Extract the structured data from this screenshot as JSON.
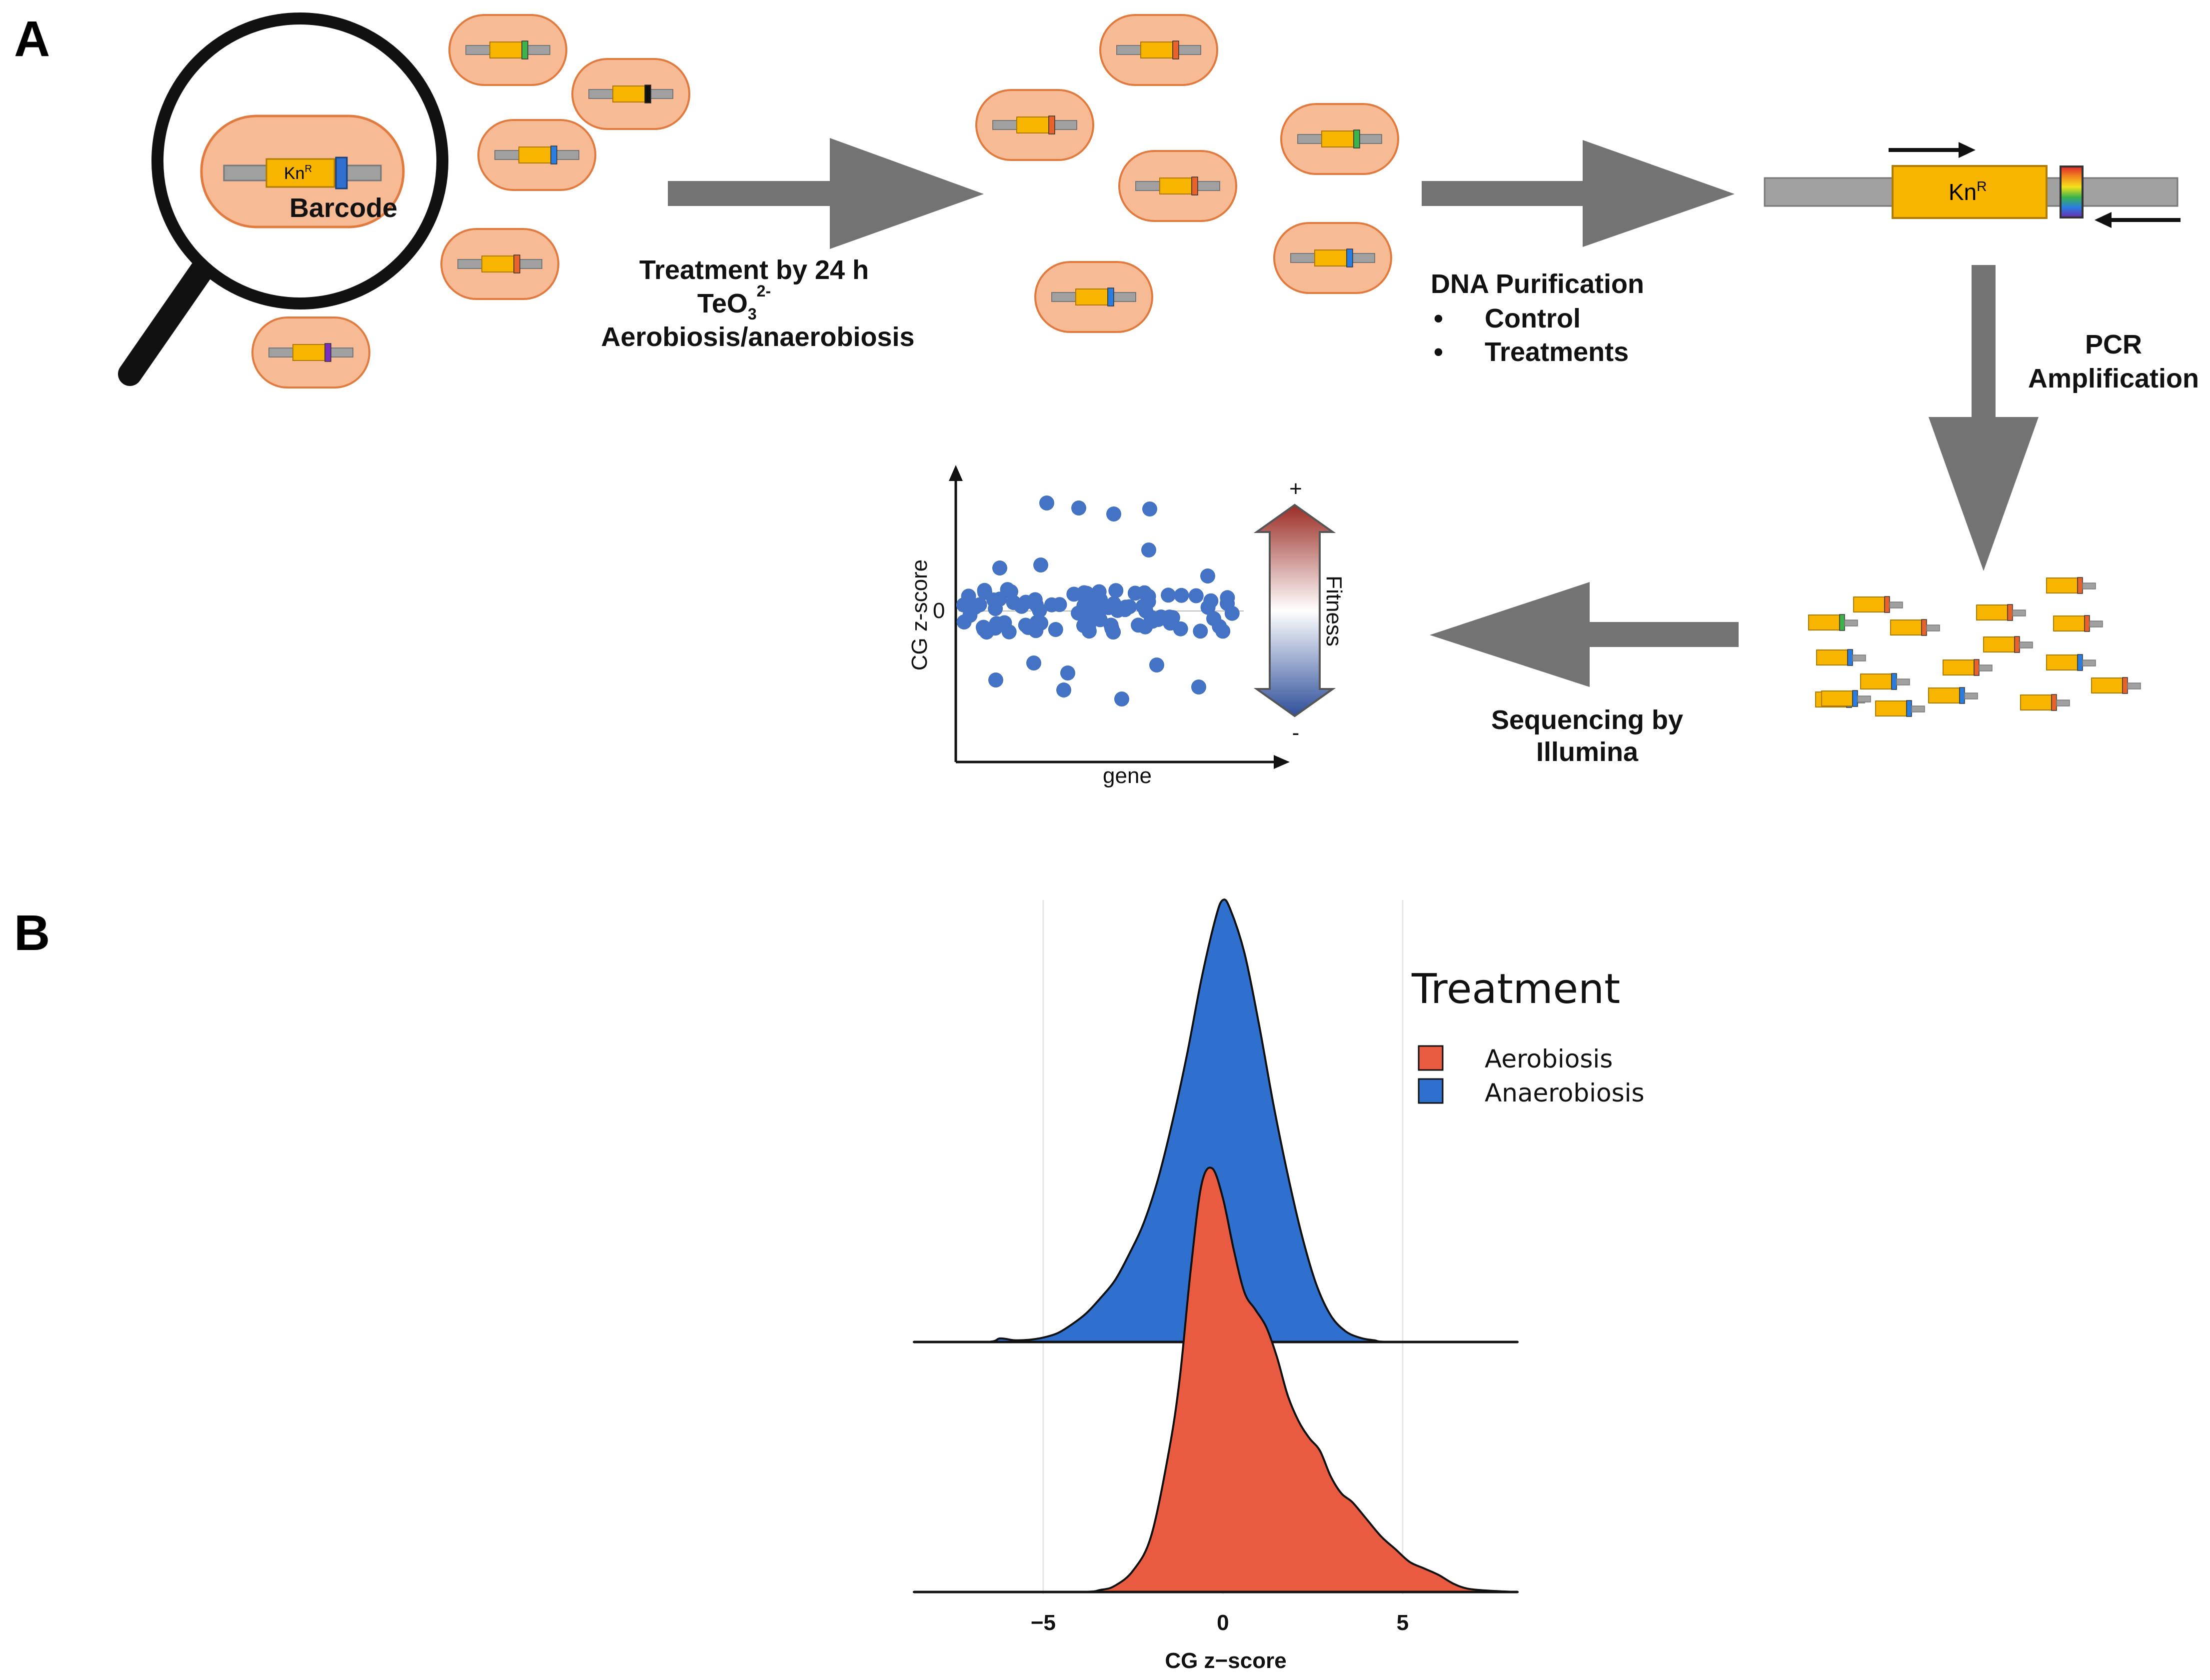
{
  "panels": {
    "a": "A",
    "b": "B"
  },
  "schematic": {
    "barcode_label": "Barcode",
    "kn_label": "Kn",
    "kn_sup": "R",
    "treatment_caption": [
      "Treatment by 24 h",
      "TeO",
      "3",
      "2-",
      "Aerobiosis/anaerobiosis"
    ],
    "purification_caption": [
      "DNA Purification",
      "Control",
      "Treatments"
    ],
    "pcr_caption": [
      "PCR",
      "Amplification"
    ],
    "sequencing_caption": [
      "Sequencing by",
      "Illumina"
    ],
    "bullet": "•"
  },
  "mini_plot": {
    "ylabel": "CG z-score",
    "xlabel": "gene",
    "zero": "0",
    "fitness": "Fitness",
    "plus": "+",
    "minus": "-"
  },
  "colors": {
    "cell_fill": "#f6bb95",
    "cell_stroke": "#e07a3e",
    "kan_yellow": "#f7b500",
    "dna_gray": "#a0a0a0",
    "arrow_gray": "#737373",
    "point_blue": "#4472c4",
    "aerobiosis": "#e85b40",
    "anaerobiosis": "#2f6fce"
  },
  "chart_data": {
    "type": "ridgeline density",
    "xlabel": "CG z−score",
    "ylabel": "",
    "xlim": [
      -8.6,
      8.2
    ],
    "x_ticks": [
      -5,
      0,
      5
    ],
    "x_tick_labels": [
      "−5",
      "0",
      "5"
    ],
    "grid": "vertical major lines",
    "legend": {
      "title": "Treatment",
      "position": "right"
    },
    "series": [
      {
        "name": "Aerobiosis",
        "color": "#e85b40",
        "x": [
          -8.6,
          -4.2,
          -3.4,
          -3.0,
          -2.5,
          -2.0,
          -1.5,
          -1.2,
          -0.9,
          -0.6,
          -0.3,
          0.0,
          0.3,
          0.6,
          0.9,
          1.2,
          1.5,
          1.8,
          2.1,
          2.4,
          2.7,
          3.0,
          3.3,
          3.6,
          4.0,
          4.4,
          4.8,
          5.2,
          5.6,
          6.0,
          6.4,
          6.8,
          7.4,
          8.2
        ],
        "density": [
          0.0,
          0.0,
          0.005,
          0.015,
          0.05,
          0.13,
          0.33,
          0.5,
          0.75,
          0.95,
          0.99,
          0.92,
          0.8,
          0.7,
          0.66,
          0.62,
          0.55,
          0.46,
          0.4,
          0.36,
          0.33,
          0.27,
          0.23,
          0.21,
          0.17,
          0.13,
          0.1,
          0.07,
          0.055,
          0.04,
          0.02,
          0.008,
          0.003,
          0.0
        ]
      },
      {
        "name": "Anaerobiosis",
        "color": "#2f6fce",
        "x": [
          -8.6,
          -6.6,
          -6.2,
          -5.8,
          -5.4,
          -5.0,
          -4.6,
          -4.2,
          -3.8,
          -3.4,
          -3.0,
          -2.6,
          -2.2,
          -1.8,
          -1.4,
          -1.0,
          -0.6,
          -0.2,
          0.0,
          0.2,
          0.6,
          1.0,
          1.4,
          1.8,
          2.2,
          2.6,
          3.0,
          3.4,
          3.8,
          4.2,
          4.8,
          8.2
        ],
        "density": [
          0.0,
          0.0,
          0.008,
          0.004,
          0.005,
          0.01,
          0.02,
          0.04,
          0.065,
          0.1,
          0.14,
          0.2,
          0.27,
          0.37,
          0.5,
          0.65,
          0.82,
          0.96,
          1.0,
          0.98,
          0.88,
          0.72,
          0.54,
          0.38,
          0.24,
          0.13,
          0.06,
          0.025,
          0.01,
          0.004,
          0.0,
          0.0
        ]
      }
    ]
  }
}
